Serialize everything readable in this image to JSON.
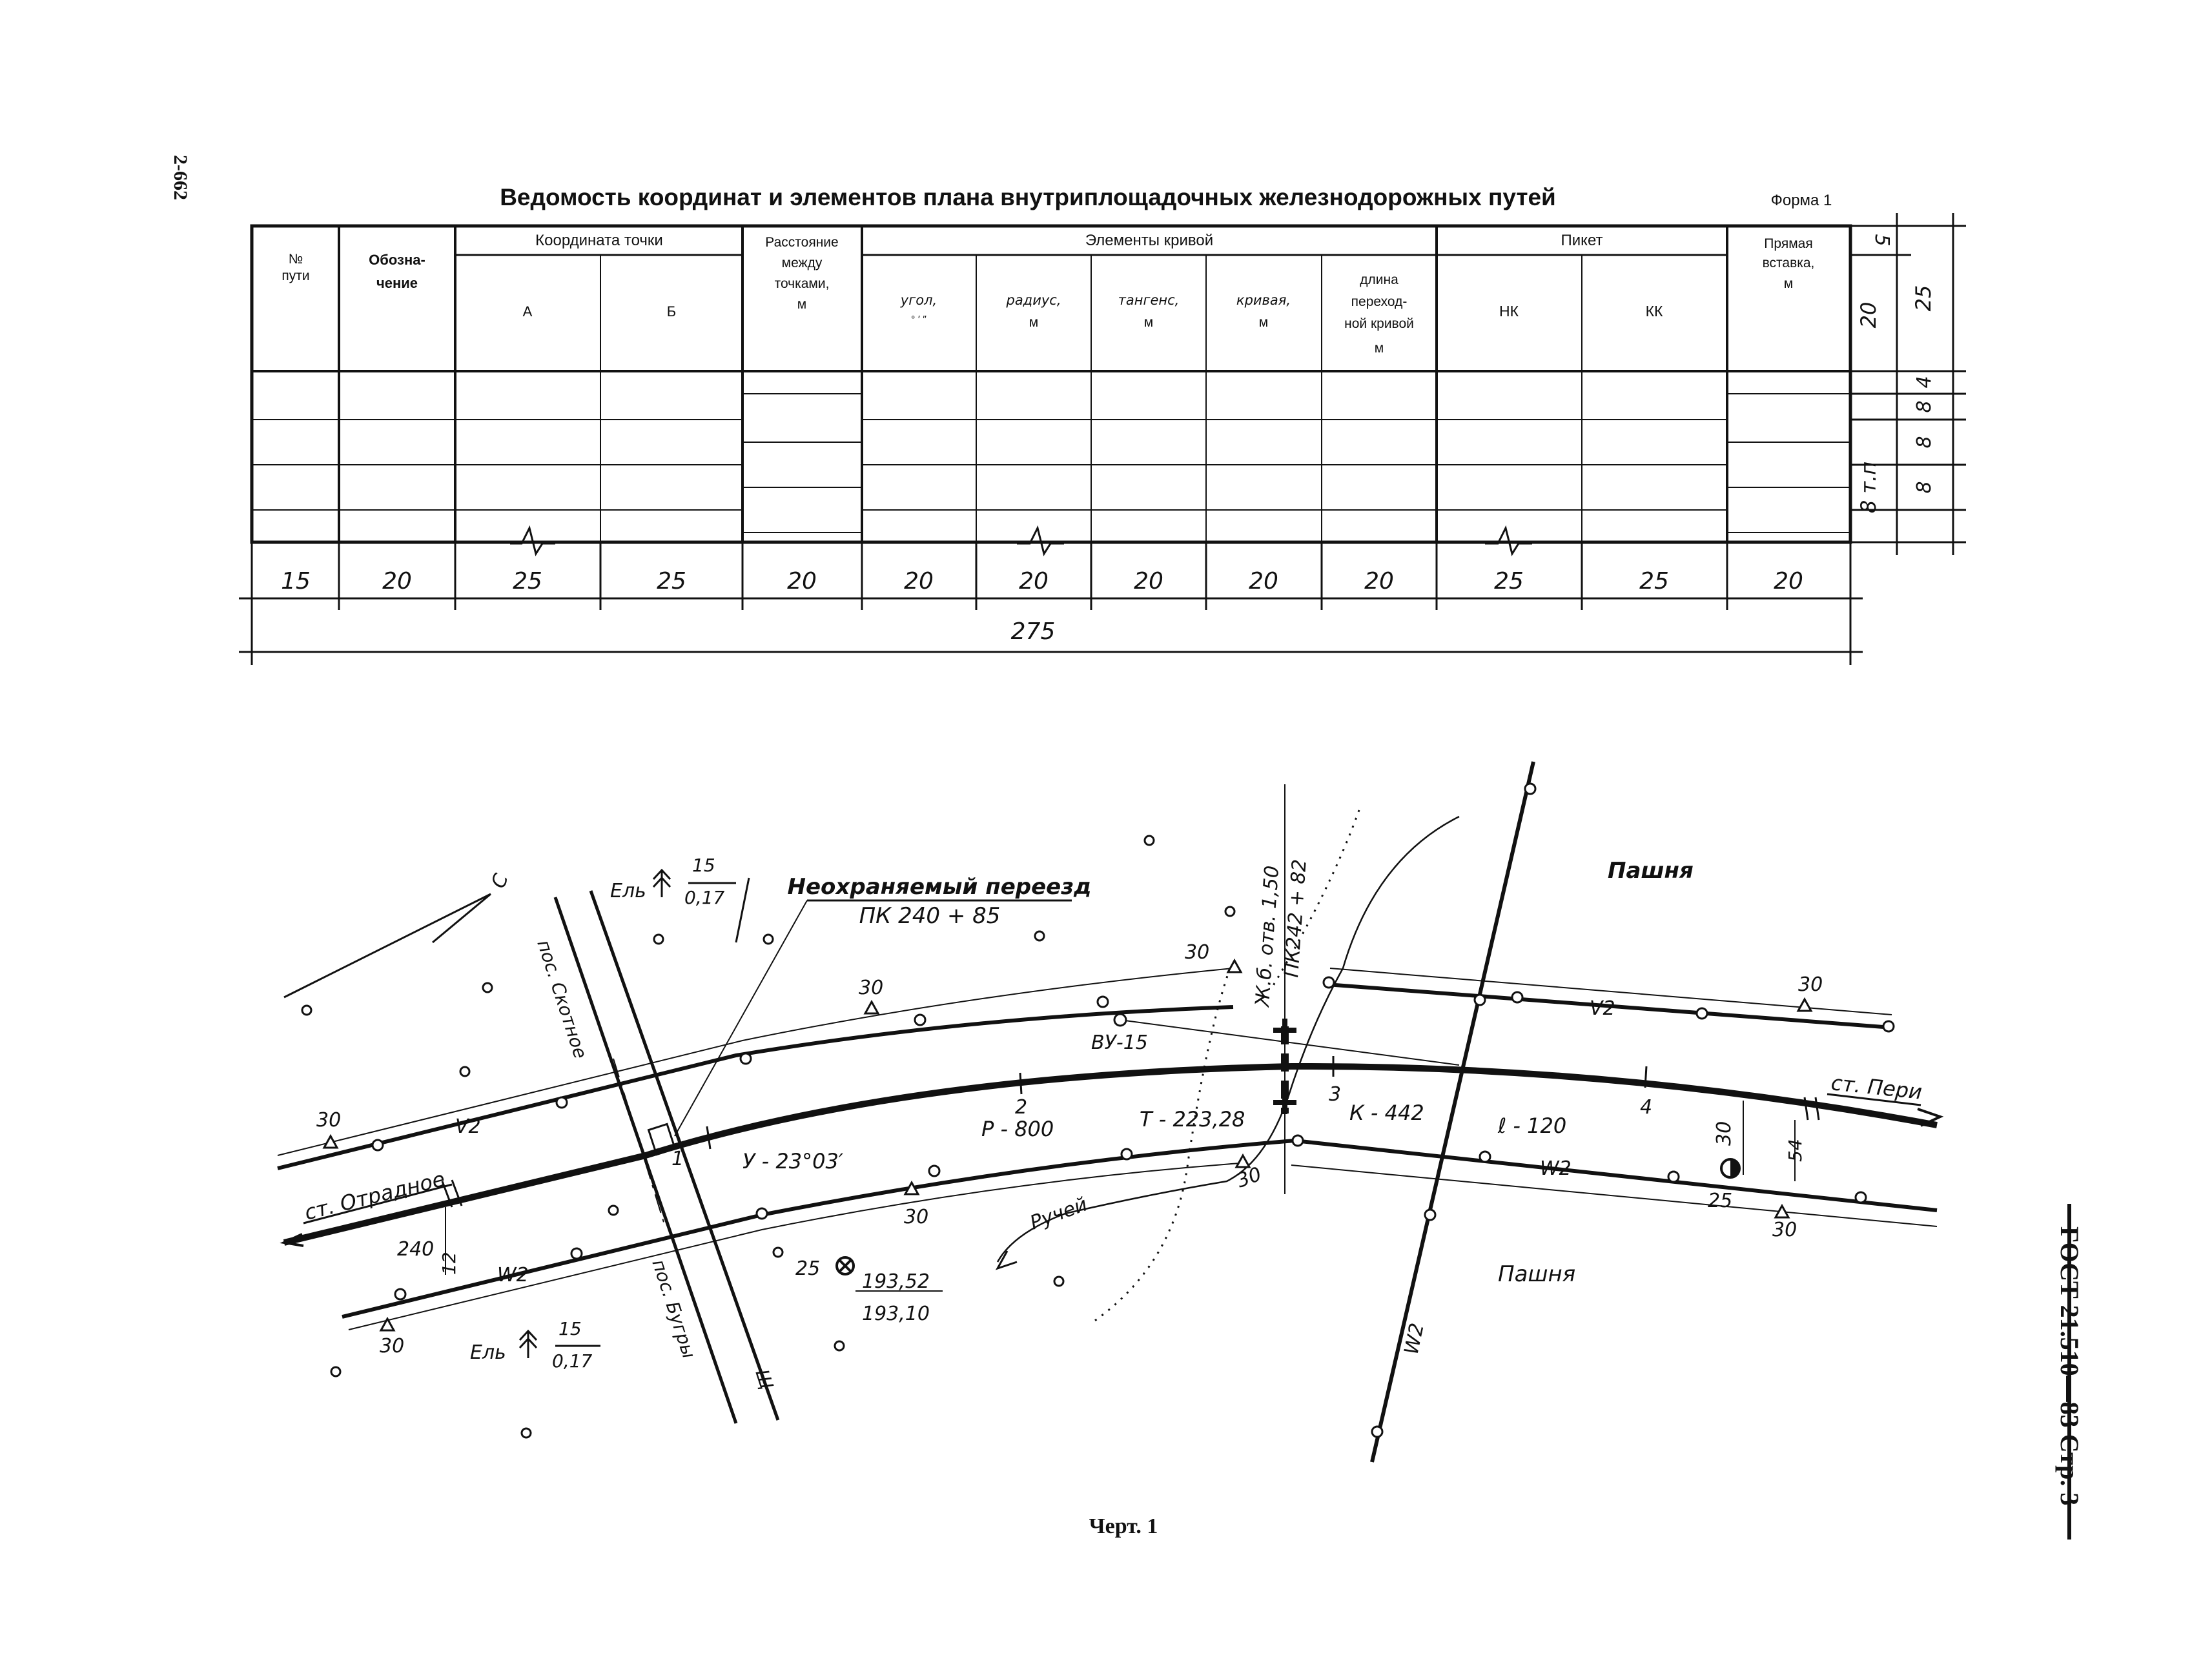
{
  "page": {
    "side_page_number": "2-662",
    "gost_label": "ГОСТ 21.510—83 Стр. 3",
    "caption": "Черт. 1"
  },
  "form": {
    "title": "Ведомость координат и элементов плана внутриплощадочных железнодорожных путей",
    "form_label": "Форма 1",
    "headers": {
      "num": [
        "№",
        "пути"
      ],
      "oboz": [
        "Обозна-",
        "чение"
      ],
      "coord_group": "Координата точки",
      "coord_a": "А",
      "coord_b": "Б",
      "dist": [
        "Расстояние",
        "между",
        "точками,",
        "м"
      ],
      "curve_group": "Элементы кривой",
      "angle": [
        "угол,",
        "° ′ ″"
      ],
      "radius": [
        "радиус,",
        "м"
      ],
      "tangent": [
        "тангенс,",
        "м"
      ],
      "curve": [
        "кривая,",
        "м"
      ],
      "trans": [
        "длина",
        "переход-",
        "ной кривой",
        "м"
      ],
      "piket_group": "Пикет",
      "nk": "НК",
      "kk": "КК",
      "straight": [
        "Прямая",
        "вставка,",
        "м"
      ]
    },
    "col_dims": [
      "15",
      "20",
      "25",
      "25",
      "20",
      "20",
      "20",
      "20",
      "20",
      "20",
      "25",
      "25",
      "20"
    ],
    "total_dim": "275",
    "row_dims": {
      "top5": "5",
      "h20": "20",
      "h25": "25",
      "r4": "4",
      "r8a": "8",
      "r8b": "8",
      "r8c": "8",
      "mult": "8 т.п"
    }
  },
  "map": {
    "north": "С",
    "elka_top": "Ель",
    "elka_top_num": "15",
    "elka_top_den": "0,17",
    "elka_bot": "Ель",
    "elka_bot_num": "15",
    "elka_bot_den": "0,17",
    "crossing_title": "Неохраняемый переезд",
    "crossing_pk": "ПК 240 + 85",
    "bridge": "Ж.б. отв. 1,50",
    "bridge_pk": "ПК242 + 82",
    "field_top": "Пашня",
    "field_bot": "Пашня",
    "road_left_top": "пос. Скотное",
    "road_left_bot": "пос. Бугры",
    "road_sym": "Щ",
    "station_left": "ст. Отрадное",
    "station_right": "ст. Пери",
    "vu": "ВУ-15",
    "angle": "У - 23°03′",
    "radius": "Р - 800",
    "tangent": "Т - 223,28",
    "curve": "К - 442",
    "length": "ℓ - 120",
    "creek": "Ручей",
    "v2": "V2",
    "w2": "W2",
    "n30": "30",
    "n25": "25",
    "n240": "240",
    "n12": "12",
    "n54": "54",
    "pk1": "1",
    "pk2": "2",
    "pk3": "3",
    "pk4": "4",
    "bm_num": "25",
    "bm_top": "193,52",
    "bm_bot": "193,10"
  }
}
